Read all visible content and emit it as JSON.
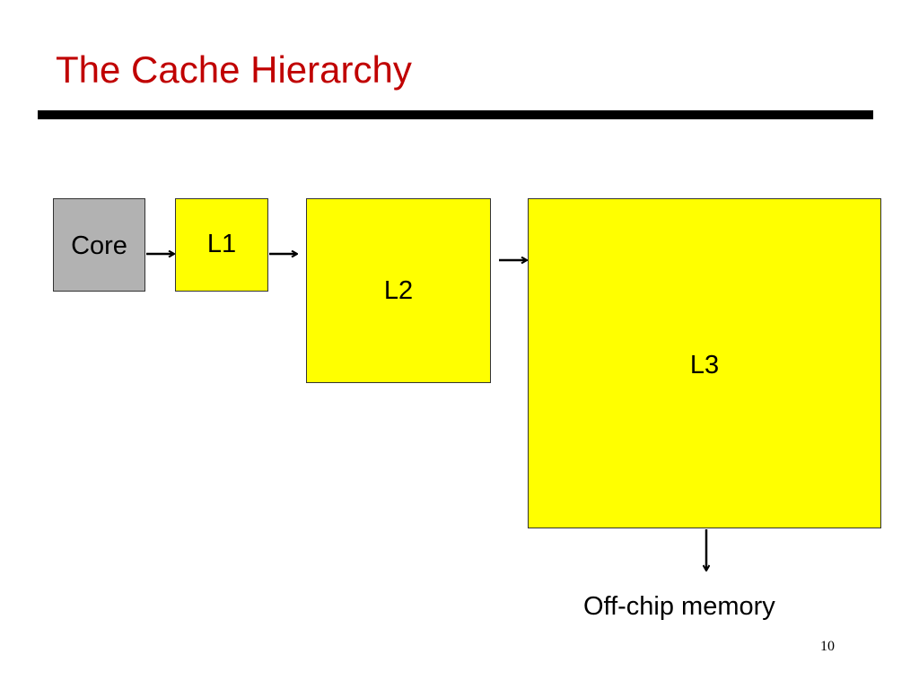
{
  "slide": {
    "title": "The Cache Hierarchy",
    "number": "10",
    "accent_color": "#c00000"
  },
  "diagram": {
    "core": {
      "label": "Core",
      "color": "#b2b2b2"
    },
    "l1": {
      "label": "L1",
      "color": "#ffff00"
    },
    "l2": {
      "label": "L2",
      "color": "#ffff00"
    },
    "l3": {
      "label": "L3",
      "color": "#ffff00"
    },
    "memory": {
      "label": "Off-chip memory"
    },
    "connections": [
      {
        "from": "Core",
        "to": "L1"
      },
      {
        "from": "L1",
        "to": "L2"
      },
      {
        "from": "L2",
        "to": "L3"
      },
      {
        "from": "L3",
        "to": "Off-chip memory"
      }
    ]
  }
}
